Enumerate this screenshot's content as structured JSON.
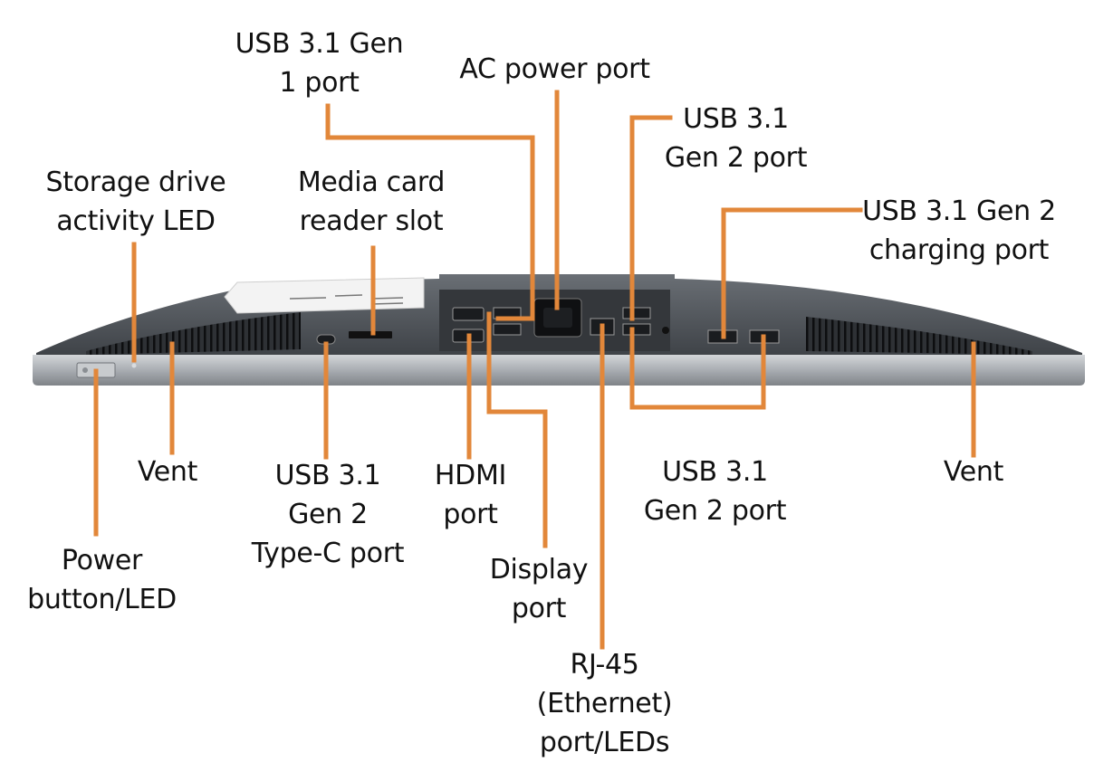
{
  "colors": {
    "leader": "#e2873a",
    "chassis_dark": "#454a50",
    "chassis_mid": "#5c6167",
    "bezel": "#a9adb2",
    "port": "#1a1c1f",
    "label_text": "#111111"
  },
  "labels": [
    {
      "id": "usb-3-1-gen1-port",
      "lines": [
        "USB 3.1 Gen",
        "1 port"
      ]
    },
    {
      "id": "ac-power-port",
      "lines": [
        "AC power port"
      ]
    },
    {
      "id": "usb-3-1-gen2-port-top",
      "lines": [
        "USB 3.1",
        "Gen 2 port"
      ]
    },
    {
      "id": "storage-drive-activity-led",
      "lines": [
        "Storage drive",
        "activity LED"
      ]
    },
    {
      "id": "media-card-reader-slot",
      "lines": [
        "Media card",
        "reader slot"
      ]
    },
    {
      "id": "usb-3-1-gen2-charging-port",
      "lines": [
        "USB 3.1 Gen 2",
        "charging port"
      ]
    },
    {
      "id": "vent-left",
      "lines": [
        "Vent"
      ]
    },
    {
      "id": "usb-3-1-gen2-type-c-port",
      "lines": [
        "USB 3.1",
        "Gen 2",
        "Type-C port"
      ]
    },
    {
      "id": "hdmi-port",
      "lines": [
        "HDMI",
        "port"
      ]
    },
    {
      "id": "usb-3-1-gen2-port-bottom",
      "lines": [
        "USB 3.1",
        "Gen 2 port"
      ]
    },
    {
      "id": "vent-right",
      "lines": [
        "Vent"
      ]
    },
    {
      "id": "power-button-led",
      "lines": [
        "Power",
        "button/LED"
      ]
    },
    {
      "id": "display-port",
      "lines": [
        "Display",
        "port"
      ]
    },
    {
      "id": "rj-45-ethernet-port-leds",
      "lines": [
        "RJ-45",
        "(Ethernet)",
        "port/LEDs"
      ]
    }
  ]
}
